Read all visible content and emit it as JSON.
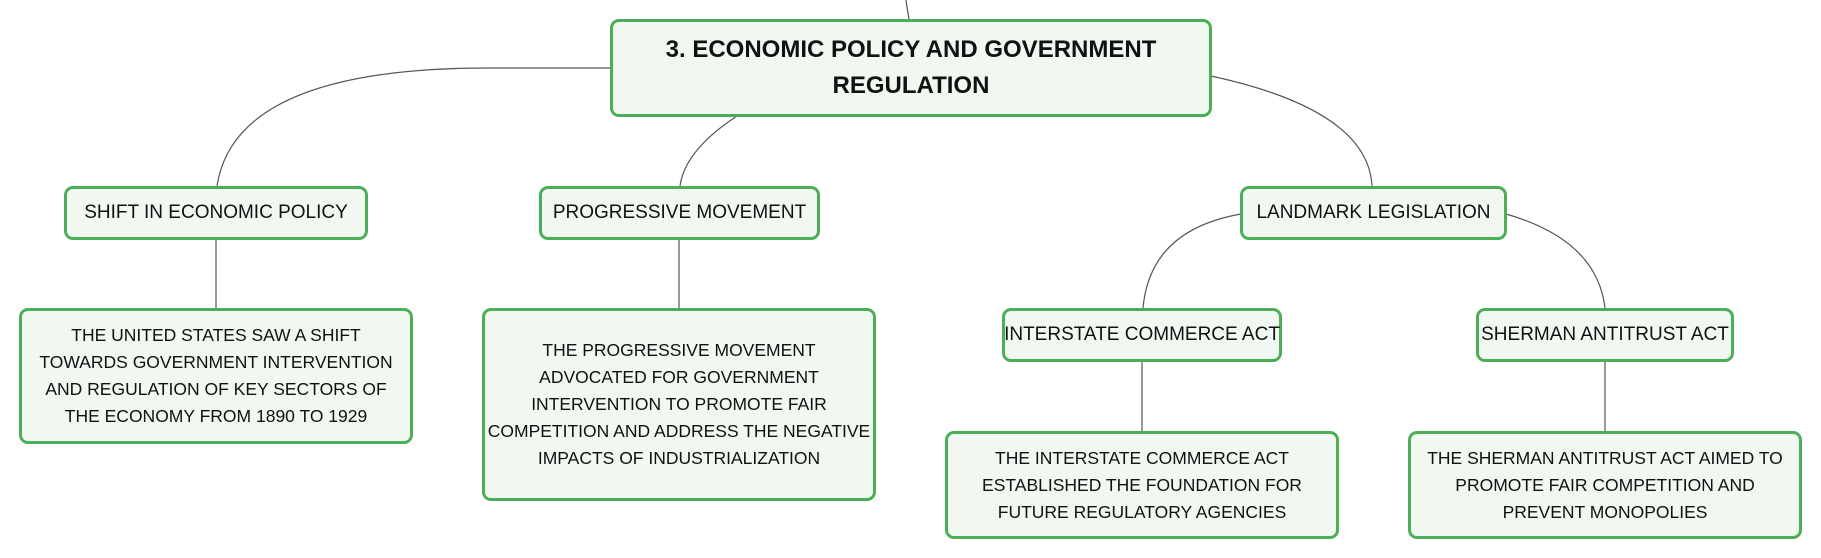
{
  "diagram": {
    "root": {
      "label": "3. ECONOMIC POLICY AND GOVERNMENT REGULATION"
    },
    "branches": [
      {
        "label": "SHIFT IN ECONOMIC POLICY",
        "detail": "THE UNITED STATES SAW A SHIFT TOWARDS GOVERNMENT INTERVENTION AND REGULATION OF KEY SECTORS OF THE ECONOMY FROM 1890 TO 1929"
      },
      {
        "label": "PROGRESSIVE MOVEMENT",
        "detail": "THE PROGRESSIVE MOVEMENT ADVOCATED FOR GOVERNMENT INTERVENTION TO PROMOTE FAIR COMPETITION AND ADDRESS THE NEGATIVE IMPACTS OF INDUSTRIALIZATION"
      },
      {
        "label": "LANDMARK LEGISLATION",
        "children": [
          {
            "label": "INTERSTATE COMMERCE ACT",
            "detail": "THE INTERSTATE COMMERCE ACT ESTABLISHED THE FOUNDATION FOR FUTURE REGULATORY AGENCIES"
          },
          {
            "label": "SHERMAN ANTITRUST ACT",
            "detail": "THE SHERMAN ANTITRUST ACT AIMED TO PROMOTE FAIR COMPETITION AND PREVENT MONOPOLIES"
          }
        ]
      }
    ]
  },
  "colors": {
    "node_border": "#4caf58",
    "node_fill": "#f1f8f2",
    "connector": "#555555"
  }
}
